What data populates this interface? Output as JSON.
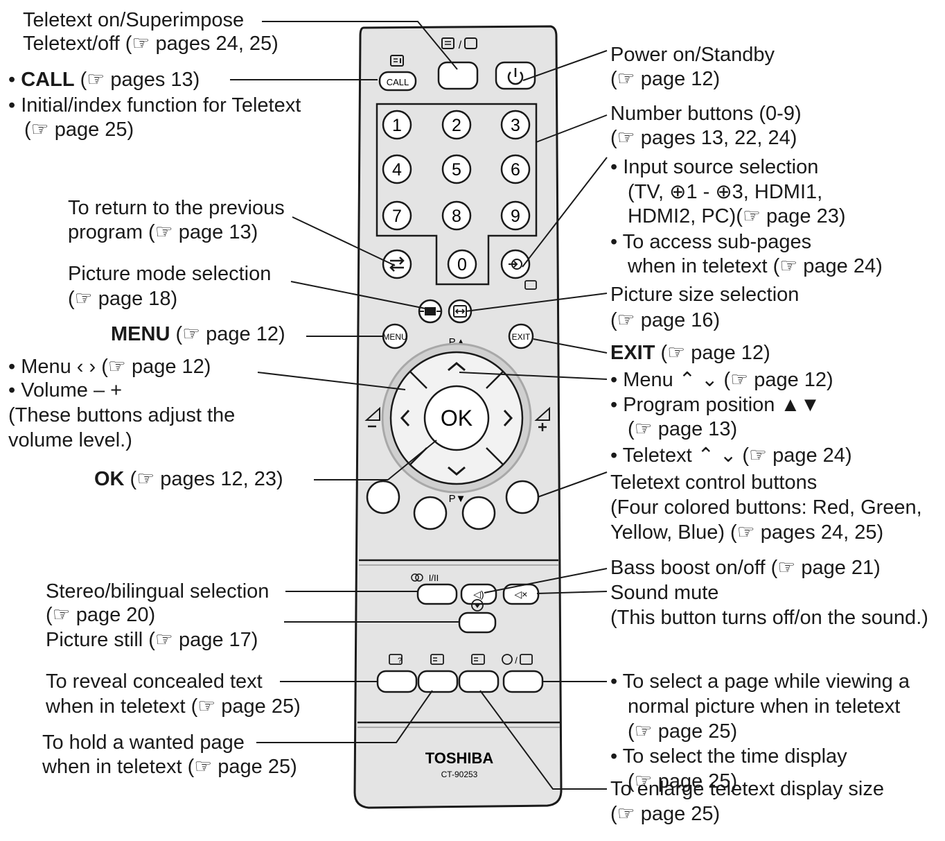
{
  "remote": {
    "brand": "TOSHIBA",
    "model": "CT-90253",
    "call_key": "CALL",
    "menu_key": "MENU",
    "exit_key": "EXIT",
    "ok_key": "OK",
    "p_up": "P▲",
    "p_down": "P▼",
    "digits": [
      "1",
      "2",
      "3",
      "4",
      "5",
      "6",
      "7",
      "8",
      "9",
      "0"
    ]
  },
  "left_labels": {
    "teletext_line1": "Teletext on/Superimpose",
    "teletext_line2": "Teletext/off  (☞ pages 24, 25)",
    "call_bold": "CALL",
    "call_rest": " (☞ pages 13)",
    "call_bullet": "• ",
    "index_line1": "• Initial/index function for Teletext",
    "index_line2": "(☞ page 25)",
    "return_line1": "To return to the previous",
    "return_line2": "program (☞ page 13)",
    "picmode_line1": "Picture mode selection",
    "picmode_line2": "(☞ page 18)",
    "menu_bold": "MENU",
    "menu_rest": " (☞ page 12)",
    "menulr_line": "• Menu ‹ › (☞ page 12)",
    "volume_line": "• Volume – +",
    "volume_note1": "(These buttons adjust the",
    "volume_note2": "volume level.)",
    "ok_bold": "OK",
    "ok_rest": " (☞ pages 12, 23)",
    "stereo_line1": "Stereo/bilingual selection",
    "stereo_line2": "(☞ page 20)",
    "still_line": "Picture still (☞ page 17)",
    "reveal_line1": "To reveal concealed text",
    "reveal_line2": "when in teletext (☞ page 25)",
    "hold_line1": "To hold a wanted page",
    "hold_line2": "when in teletext (☞ page 25)"
  },
  "right_labels": {
    "power_line1": "Power on/Standby",
    "power_line2": "(☞ page 12)",
    "number_line1": "Number buttons (0-9)",
    "number_line2": "(☞ pages 13, 22, 24)",
    "input_line1": "• Input source selection",
    "input_line2": "(TV, ⊕1 - ⊕3, HDMI1,",
    "input_line3": "HDMI2, PC)(☞ page 23)",
    "subpage_line1": "• To access sub-pages",
    "subpage_line2": "when in teletext (☞ page 24)",
    "picsize_line1": "Picture size selection",
    "picsize_line2": "(☞ page 16)",
    "exit_bold": "EXIT",
    "exit_rest": " (☞ page 12)",
    "menuud_line": "• Menu ⌃ ⌄ (☞ page 12)",
    "progpos_line1": "• Program position ▲▼",
    "progpos_line2": "(☞ page 13)",
    "teletextud_line": "• Teletext ⌃ ⌄ (☞ page 24)",
    "control_line1": "Teletext control buttons",
    "control_line2": "(Four colored buttons: Red, Green,",
    "control_line3": "Yellow, Blue) (☞ pages 24, 25)",
    "bass_line": "Bass boost on/off (☞ page 21)",
    "mute_line1": "Sound mute",
    "mute_line2": "(This button turns off/on the sound.)",
    "select_line1": "• To select a page while viewing a",
    "select_line2": "normal picture when in teletext",
    "select_line3": "(☞ page 25)",
    "time_line1": "• To select the time display",
    "time_line2": "(☞ page 25)",
    "enlarge_line1": "To enlarge teletext display size",
    "enlarge_line2": "(☞ page 25)"
  },
  "colors": {
    "remote_body": "#e4e4e4",
    "remote_outline": "#1a1a1a",
    "ring": "#c9c9c9",
    "text": "#1a1a1a"
  }
}
